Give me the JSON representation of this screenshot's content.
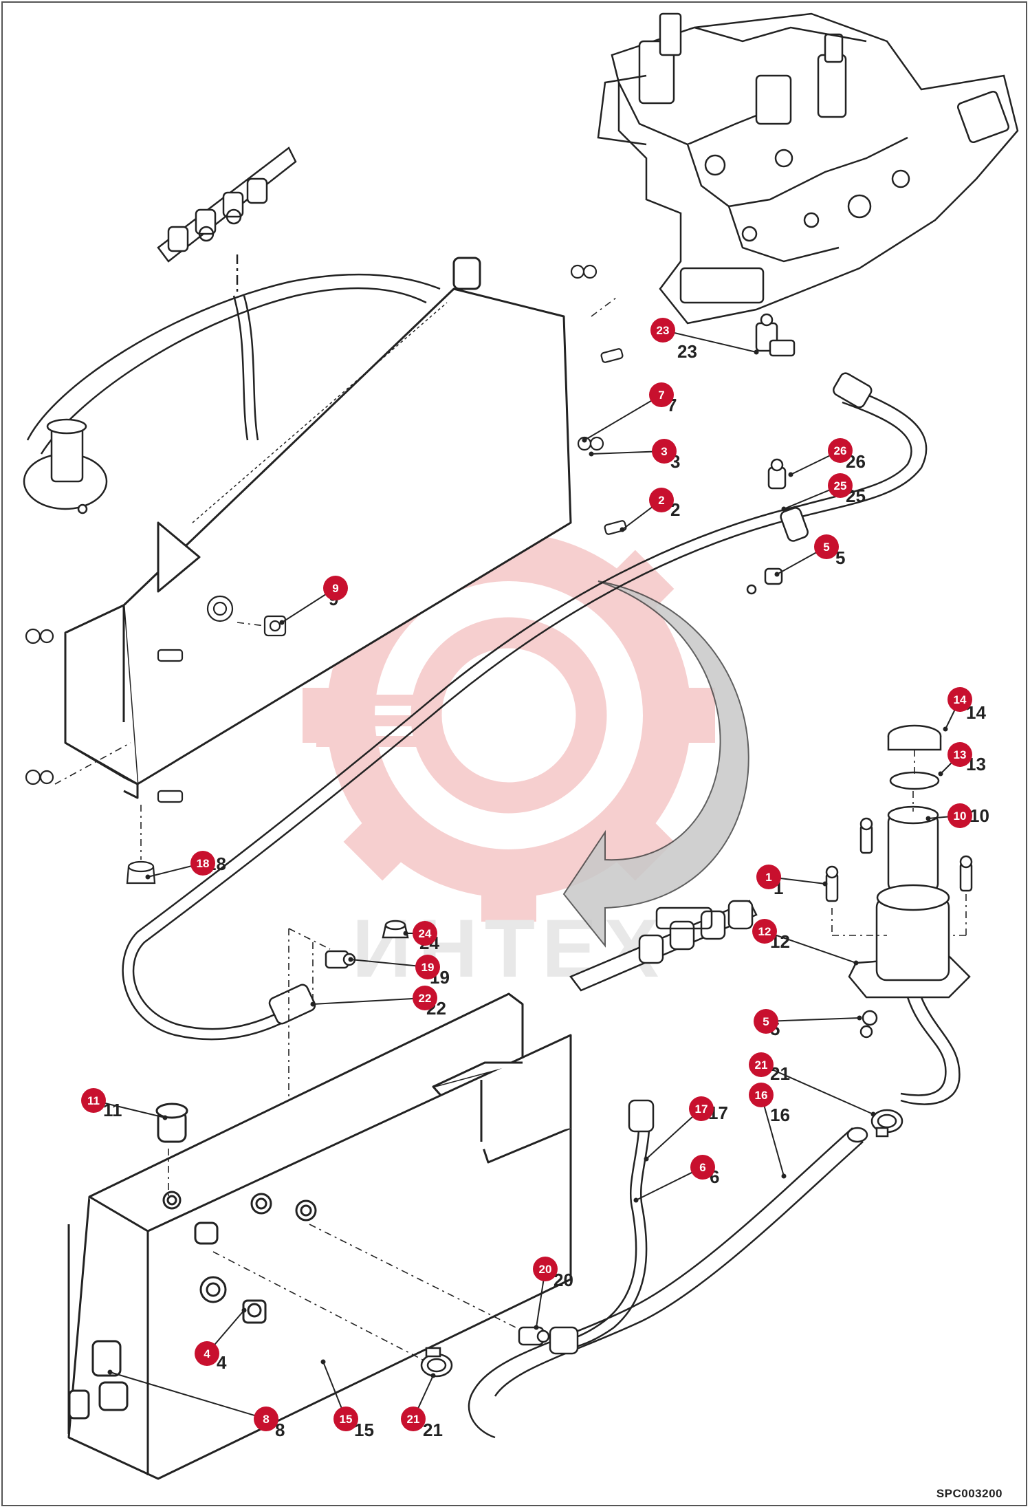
{
  "diagram": {
    "drawing_code": "SPC003200",
    "watermark_text": "ИНТЕХ",
    "colors": {
      "callout_fill": "#c8102e",
      "callout_text": "#ffffff",
      "line": "#222222",
      "watermark": "#f2b8b8"
    },
    "callouts": [
      {
        "id": "c23",
        "label": "23"
      },
      {
        "id": "c7",
        "label": "7"
      },
      {
        "id": "c3",
        "label": "3"
      },
      {
        "id": "c2",
        "label": "2"
      },
      {
        "id": "c26",
        "label": "26"
      },
      {
        "id": "c25",
        "label": "25"
      },
      {
        "id": "c5a",
        "label": "5"
      },
      {
        "id": "c9",
        "label": "9"
      },
      {
        "id": "c18",
        "label": "18"
      },
      {
        "id": "c14",
        "label": "14"
      },
      {
        "id": "c13",
        "label": "13"
      },
      {
        "id": "c10",
        "label": "10"
      },
      {
        "id": "c1",
        "label": "1"
      },
      {
        "id": "c12",
        "label": "12"
      },
      {
        "id": "c24",
        "label": "24"
      },
      {
        "id": "c19",
        "label": "19"
      },
      {
        "id": "c22",
        "label": "22"
      },
      {
        "id": "c5b",
        "label": "5"
      },
      {
        "id": "c21a",
        "label": "21"
      },
      {
        "id": "c16",
        "label": "16"
      },
      {
        "id": "c11",
        "label": "11"
      },
      {
        "id": "c17",
        "label": "17"
      },
      {
        "id": "c6",
        "label": "6"
      },
      {
        "id": "c20",
        "label": "20"
      },
      {
        "id": "c4",
        "label": "4"
      },
      {
        "id": "c8",
        "label": "8"
      },
      {
        "id": "c15",
        "label": "15"
      },
      {
        "id": "c21b",
        "label": "21"
      }
    ]
  }
}
